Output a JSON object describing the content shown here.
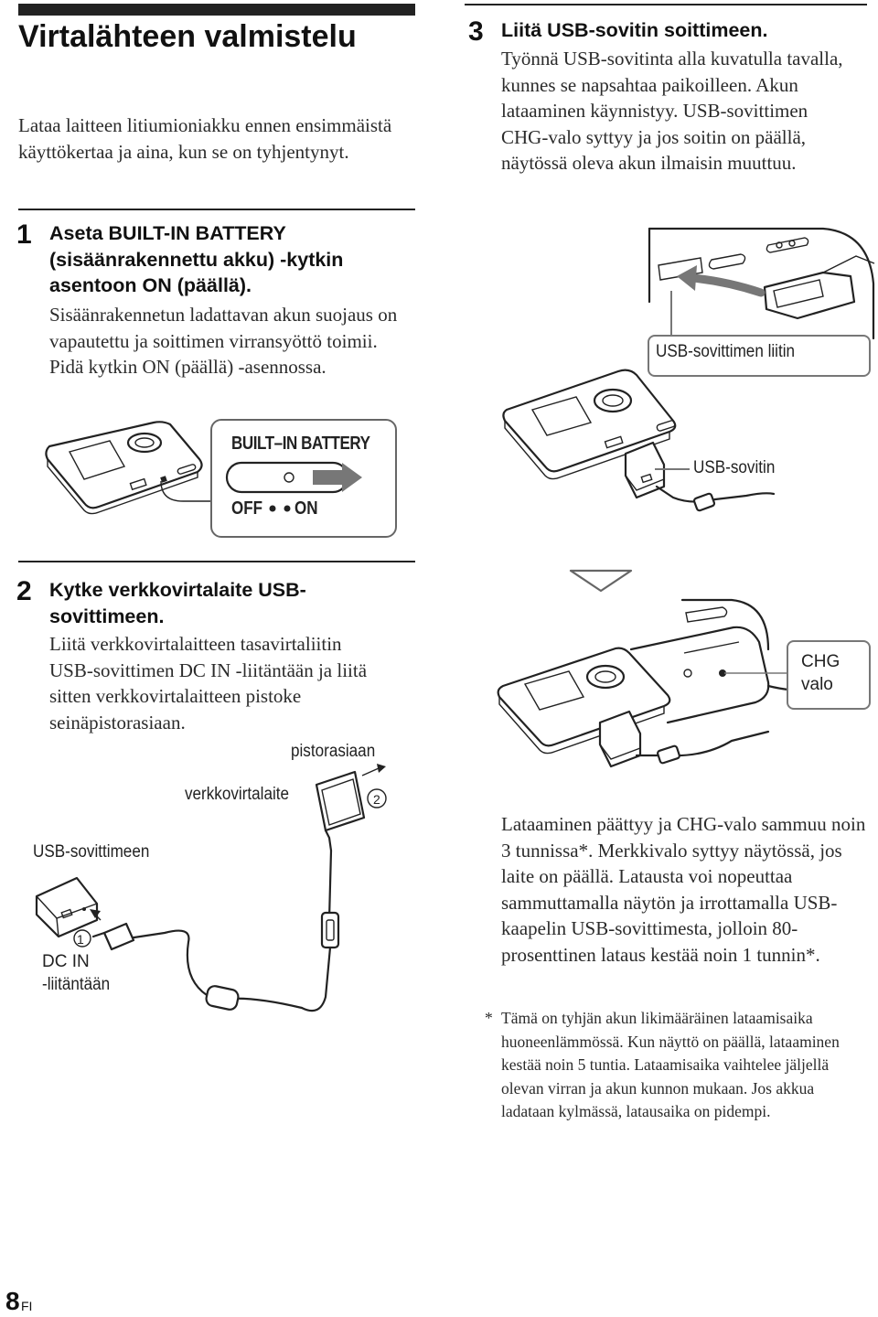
{
  "header": {
    "title": "Virtalähteen valmistelu",
    "intro": "Lataa laitteen litiumioniakku ennen ensimmäistä käyttökertaa ja aina, kun se on tyhjentynyt."
  },
  "steps": [
    {
      "number": "1",
      "title": "Aseta BUILT-IN BATTERY (sisäänrakennettu akku) -kytkin asentoon ON (päällä).",
      "body": "Sisäänrakennetun ladattavan akun suojaus on vapautettu ja soittimen virransyöttö toimii. Pidä kytkin ON (päällä) -asennossa."
    },
    {
      "number": "2",
      "title": "Kytke verkkovirtalaite USB-sovittimeen.",
      "body": "Liitä verkkovirtalaitteen tasavirtaliitin USB-sovittimen DC IN -liitäntään ja liitä sitten verkkovirtalaitteen pistoke seinäpistorasiaan."
    },
    {
      "number": "3",
      "title": "Liitä USB-sovitin soittimeen.",
      "body": "Työnnä USB-sovitinta alla kuvatulla tavalla, kunnes se napsahtaa paikoilleen. Akun lataaminen käynnistyy. USB-sovittimen CHG-valo syttyy ja jos soitin on päällä, näytössä oleva akun ilmaisin muuttuu."
    }
  ],
  "figure_switch": {
    "heading": "BUILT–IN BATTERY",
    "off": "OFF",
    "on": "ON"
  },
  "figure_adapter": {
    "pistorasiaan": "pistorasiaan",
    "verkkovirtalaite": "verkkovirtalaite",
    "usb_sovittimeen": "USB-sovittimeen",
    "dc_in_1": "DC IN",
    "dc_in_2": "-liitäntään",
    "circle_1": "1",
    "circle_2": "2"
  },
  "figure_usb": {
    "connector_label": "USB-sovittimen liitin",
    "adapter_label": "USB-sovitin",
    "chg_1": "CHG",
    "chg_2": "valo"
  },
  "completion": {
    "text": "Lataaminen päättyy ja CHG-valo sammuu noin 3 tunnissa*. Merkkivalo syttyy näytössä, jos laite on päällä. Latausta voi nopeuttaa sammuttamalla näytön ja irrottamalla USB-kaapelin USB-sovittimesta, jolloin 80-prosenttinen lataus kestää noin 1 tunnin*."
  },
  "footnote": {
    "marker": "*",
    "text": "Tämä on tyhjän akun likimääräinen lataamisaika huoneenlämmössä. Kun näyttö on päällä, lataaminen kestää noin 5 tuntia. Lataamisaika vaihtelee jäljellä olevan virran ja akun kunnon mukaan. Jos akkua ladataan kylmässä, latausaika on pidempi."
  },
  "footer": {
    "page_number": "8",
    "language": "FI"
  }
}
